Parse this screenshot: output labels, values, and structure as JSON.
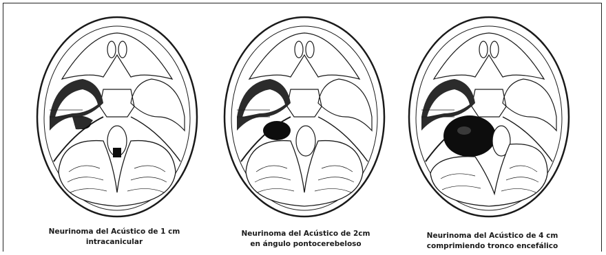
{
  "panels": [
    {
      "caption_line1": "Neurinoma del Acústico de 1 cm",
      "caption_line2": "intracanicular",
      "tumor_size": "small"
    },
    {
      "caption_line1": "Neurinoma del Acústico de 2cm",
      "caption_line2": "en ángulo pontocerebeloso",
      "tumor_size": "medium"
    },
    {
      "caption_line1": "Neurinoma del Acústico de 4 cm",
      "caption_line2": "comprimiendo tronco encefálico",
      "tumor_size": "large"
    }
  ],
  "colors": {
    "line": "#1a1a1a",
    "shade": "#2b2b2b",
    "tumor": "#0d0d0d",
    "paper": "#ffffff"
  }
}
